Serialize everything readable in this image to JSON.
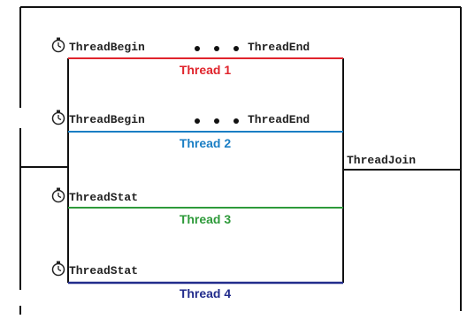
{
  "colors": {
    "thread1": "#e0242c",
    "thread2": "#1a7ec4",
    "thread3": "#2e9a3a",
    "thread4": "#222c8c",
    "frame": "#111111",
    "text": "#222222"
  },
  "icons": {
    "clock": "stopwatch-icon",
    "ellipsis": "ellipsis-dots"
  },
  "threads": [
    {
      "title": "Thread 1",
      "left_label": "ThreadBegin",
      "right_label": "ThreadEnd"
    },
    {
      "title": "Thread 2",
      "left_label": "ThreadBegin",
      "right_label": "ThreadEnd"
    },
    {
      "title": "Thread 3",
      "left_label": "ThreadStat",
      "right_label": ""
    },
    {
      "title": "Thread 4",
      "left_label": "ThreadStat",
      "right_label": ""
    }
  ],
  "join_label": "ThreadJoin"
}
